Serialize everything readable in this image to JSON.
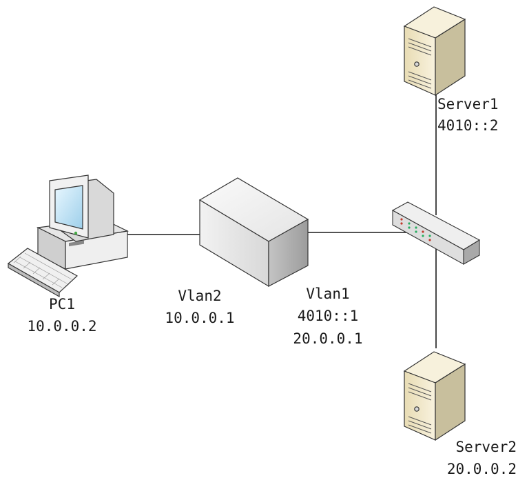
{
  "nodes": {
    "pc": {
      "name": "PC1",
      "address": "10.0.0.2"
    },
    "router": {
      "vlan2": {
        "name": "Vlan2",
        "address": "10.0.0.1"
      },
      "vlan1": {
        "name": "Vlan1",
        "address_v6": "4010::1",
        "address_v4": "20.0.0.1"
      }
    },
    "server1": {
      "name": "Server1",
      "address": "4010::2"
    },
    "server2": {
      "name": "Server2",
      "address": "20.0.0.2"
    }
  },
  "colors": {
    "line": "#1a1a1a",
    "device_light": "#f4f4f4",
    "device_mid": "#d9d9d9",
    "device_dark": "#a8a8a8",
    "server_body": "#f2ead0",
    "server_side": "#c9c0a0",
    "screen": "#bfe3f5",
    "led": "#44aa44"
  }
}
